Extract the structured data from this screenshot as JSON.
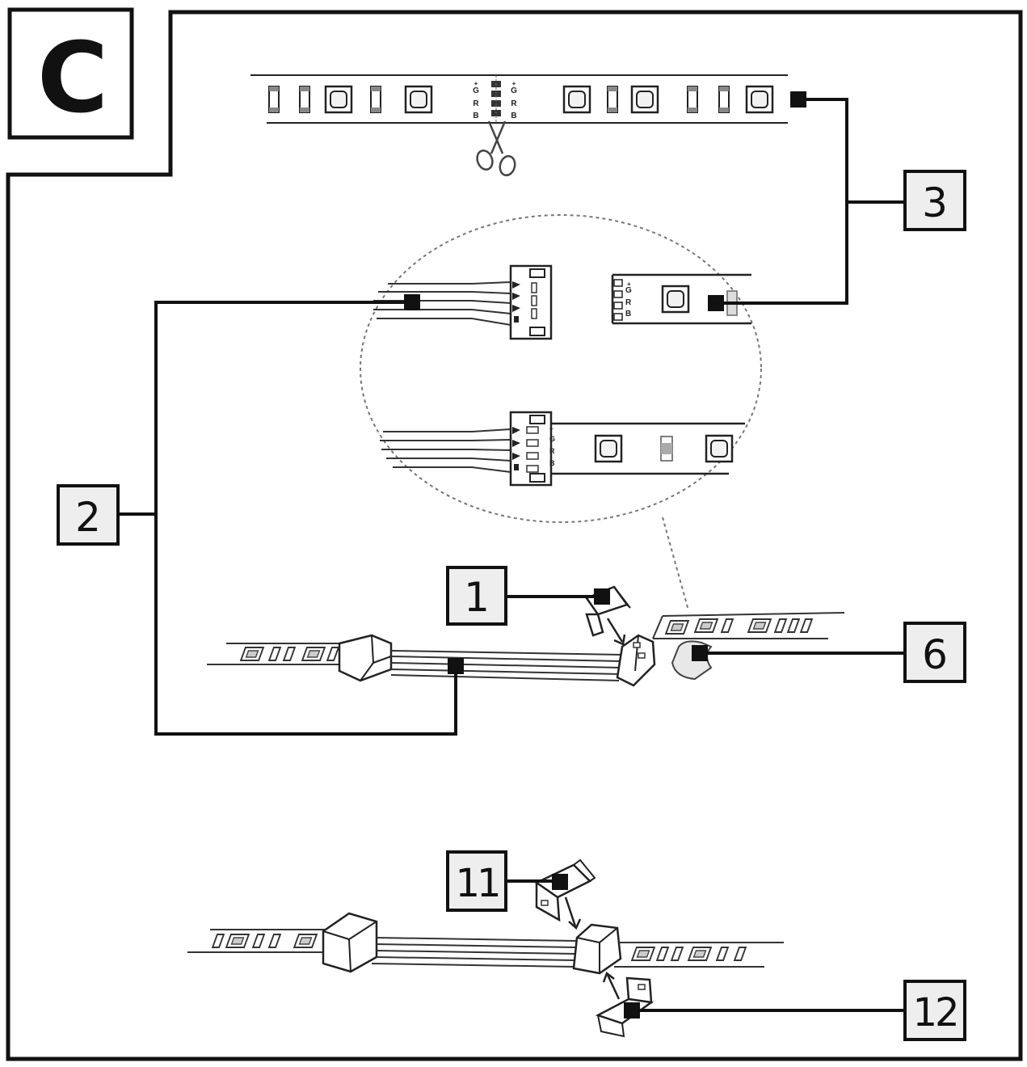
{
  "section_letter": "C",
  "callouts": {
    "c1": "1",
    "c2": "2",
    "c3": "3",
    "c6": "6",
    "c11": "11",
    "c12": "12"
  },
  "pad_labels": {
    "plus": "+",
    "g": "G",
    "r": "R",
    "b": "B"
  }
}
